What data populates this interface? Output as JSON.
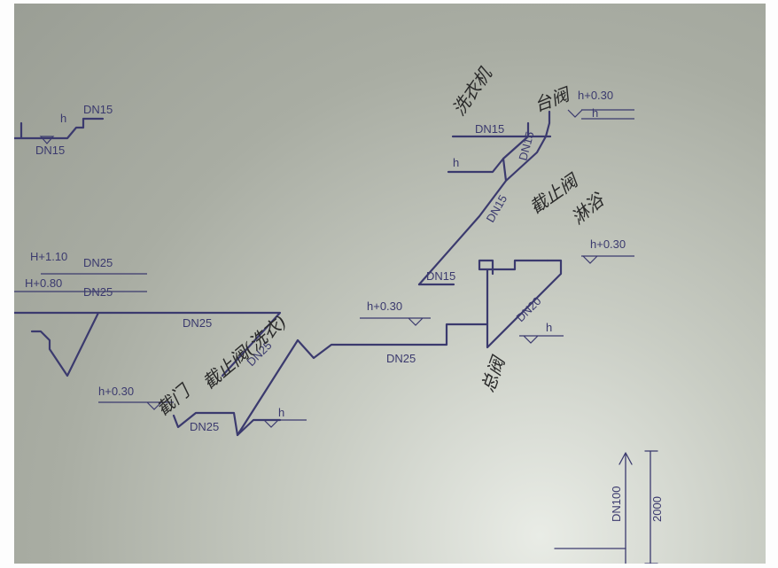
{
  "colors": {
    "pipe": "#3b3a6e",
    "ink": "#2a2a2a",
    "paper": "#b3b7ad"
  },
  "labels": {
    "dn15_top_left": "DN15",
    "h_top_left": "h",
    "dn15_left": "DN15",
    "h_plus_110": "H+1.10",
    "h_plus_080": "H+0.80",
    "dn25_a": "DN25",
    "dn25_b": "DN25",
    "dn25_c": "DN25",
    "dn25_d": "DN25",
    "dn25_e": "DN25",
    "dn25_f": "DN25",
    "h_plus_030_left": "h+0.30",
    "h_plus_030_mid": "h+0.30",
    "h_plus_030_right_top": "h+0.30",
    "h_plus_030_right": "h+0.30",
    "h_mid": "h",
    "h_right_bottom": "h",
    "h_right_top": "h",
    "h_upper_mid": "h",
    "dn15_upper": "DN15",
    "dn15_upper_b": "DN15",
    "dn15_diag": "DN15",
    "dn15_mid": "DN15",
    "dn20": "DN20",
    "dn100": "DN100",
    "dim_2000": "2000"
  },
  "handwriting": {
    "top_valve": "洗衣机",
    "top_right": "台阀",
    "mid_valve": "截止阀",
    "shower": "淋浴",
    "bottom_left_a": "截门",
    "bottom_left_b": "截止阀(洗衣)",
    "bottom_mid": "总阀"
  }
}
